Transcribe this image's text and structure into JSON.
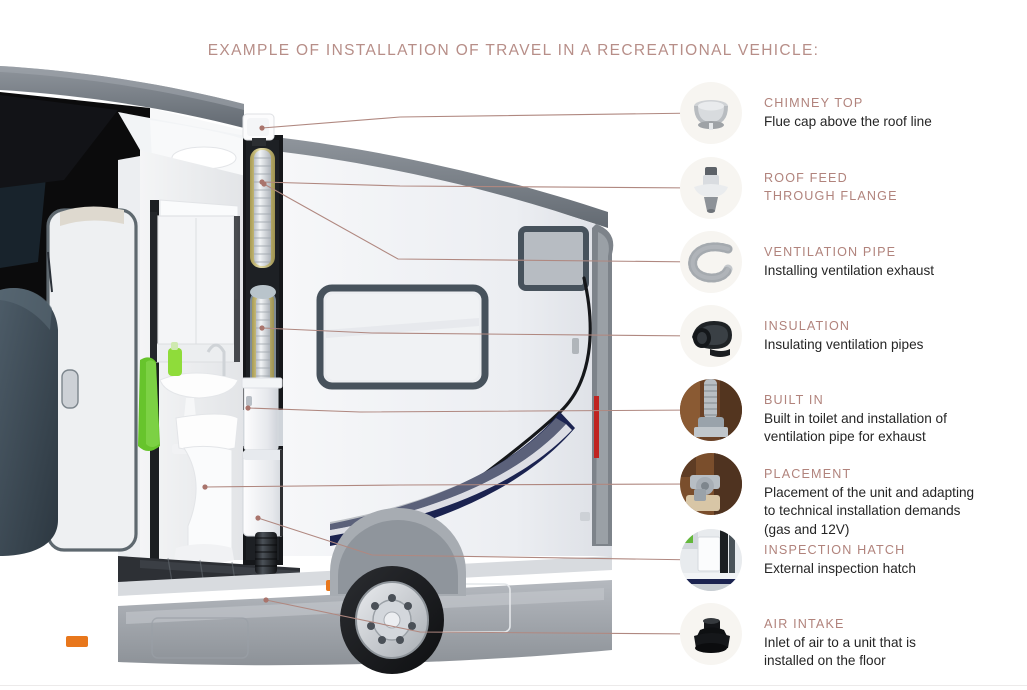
{
  "title": "EXAMPLE OF INSTALLATION OF TRAVEL IN A RECREATIONAL VEHICLE:",
  "theme": {
    "accent": "#b1837c",
    "title_color": "#b78e88",
    "leader_line": "#b08880",
    "pin_dot": "#a9746c",
    "thumb_bg": "#f7f5f1",
    "body_text": "#252525",
    "page_bg": "#ffffff",
    "rv_body": "#f2f3f5",
    "rv_stripe_navy": "#1b2350",
    "rv_trim_gray": "#9a9ea5",
    "rv_window_frame": "#47525c",
    "rv_dark_cab": "#0d0d0e",
    "marker_orange": "#e8771c",
    "marker_red": "#c02421",
    "towel_green": "#66c22c",
    "insulation_yellow": "#cfc27a"
  },
  "legend": [
    {
      "id": "chimney-top",
      "icon": "chimney-cap-icon",
      "title": "CHIMNEY TOP",
      "title_line2": "",
      "desc": [
        "Flue cap above the roof line"
      ]
    },
    {
      "id": "roof-feed",
      "icon": "roof-flange-icon",
      "title": "ROOF FEED",
      "title_line2": "THROUGH FLANGE",
      "desc": []
    },
    {
      "id": "ventilation-pipe",
      "icon": "flex-hose-icon",
      "title": "VENTILATION PIPE",
      "title_line2": "",
      "desc": [
        "Installing ventilation exhaust"
      ]
    },
    {
      "id": "insulation",
      "icon": "insulation-coil-icon",
      "title": "INSULATION",
      "title_line2": "",
      "desc": [
        "Insulating ventilation pipes"
      ]
    },
    {
      "id": "built-in",
      "icon": "built-in-photo-icon",
      "title": "BUILT IN",
      "title_line2": "",
      "desc": [
        "Built in toilet and installation of",
        "ventilation pipe for exhaust"
      ]
    },
    {
      "id": "placement",
      "icon": "placement-photo-icon",
      "title": "PLACEMENT",
      "title_line2": "",
      "desc": [
        "Placement of the unit and adapting",
        "to technical installation demands",
        "(gas and 12V)"
      ]
    },
    {
      "id": "inspection-hatch",
      "icon": "inspection-hatch-photo-icon",
      "title": "INSPECTION HATCH",
      "title_line2": "",
      "desc": [
        "External inspection hatch"
      ]
    },
    {
      "id": "air-intake",
      "icon": "air-intake-cap-icon",
      "title": "AIR INTAKE",
      "title_line2": "",
      "desc": [
        "Inlet of air to a unit that is",
        "installed on the floor"
      ]
    }
  ]
}
